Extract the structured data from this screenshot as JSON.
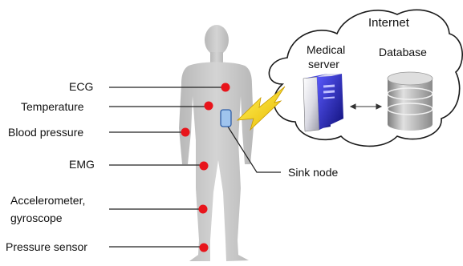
{
  "sensors": {
    "ecg": "ECG",
    "temperature": "Temperature",
    "blood_pressure": "Blood pressure",
    "emg": "EMG",
    "accelerometer_line1": "Accelerometer,",
    "accelerometer_line2": "gyroscope",
    "pressure_sensor": "Pressure sensor"
  },
  "sink_node": "Sink node",
  "cloud": {
    "internet": "Internet",
    "medical_server_line1": "Medical",
    "medical_server_line2": "server",
    "database": "Database"
  },
  "colors": {
    "sensor_dot": "#e8141b",
    "body": "#c9c9c9",
    "sink_node_fill": "#9fc4ee",
    "lightning": "#f3d21a",
    "server": "#3b3bd6",
    "database": "#9a9a9a"
  },
  "icons": [
    "human-body-silhouette",
    "sensor-dot",
    "sink-node-device",
    "lightning-bolt-icon",
    "cloud-shape",
    "server-icon",
    "database-icon",
    "double-arrow-icon"
  ]
}
